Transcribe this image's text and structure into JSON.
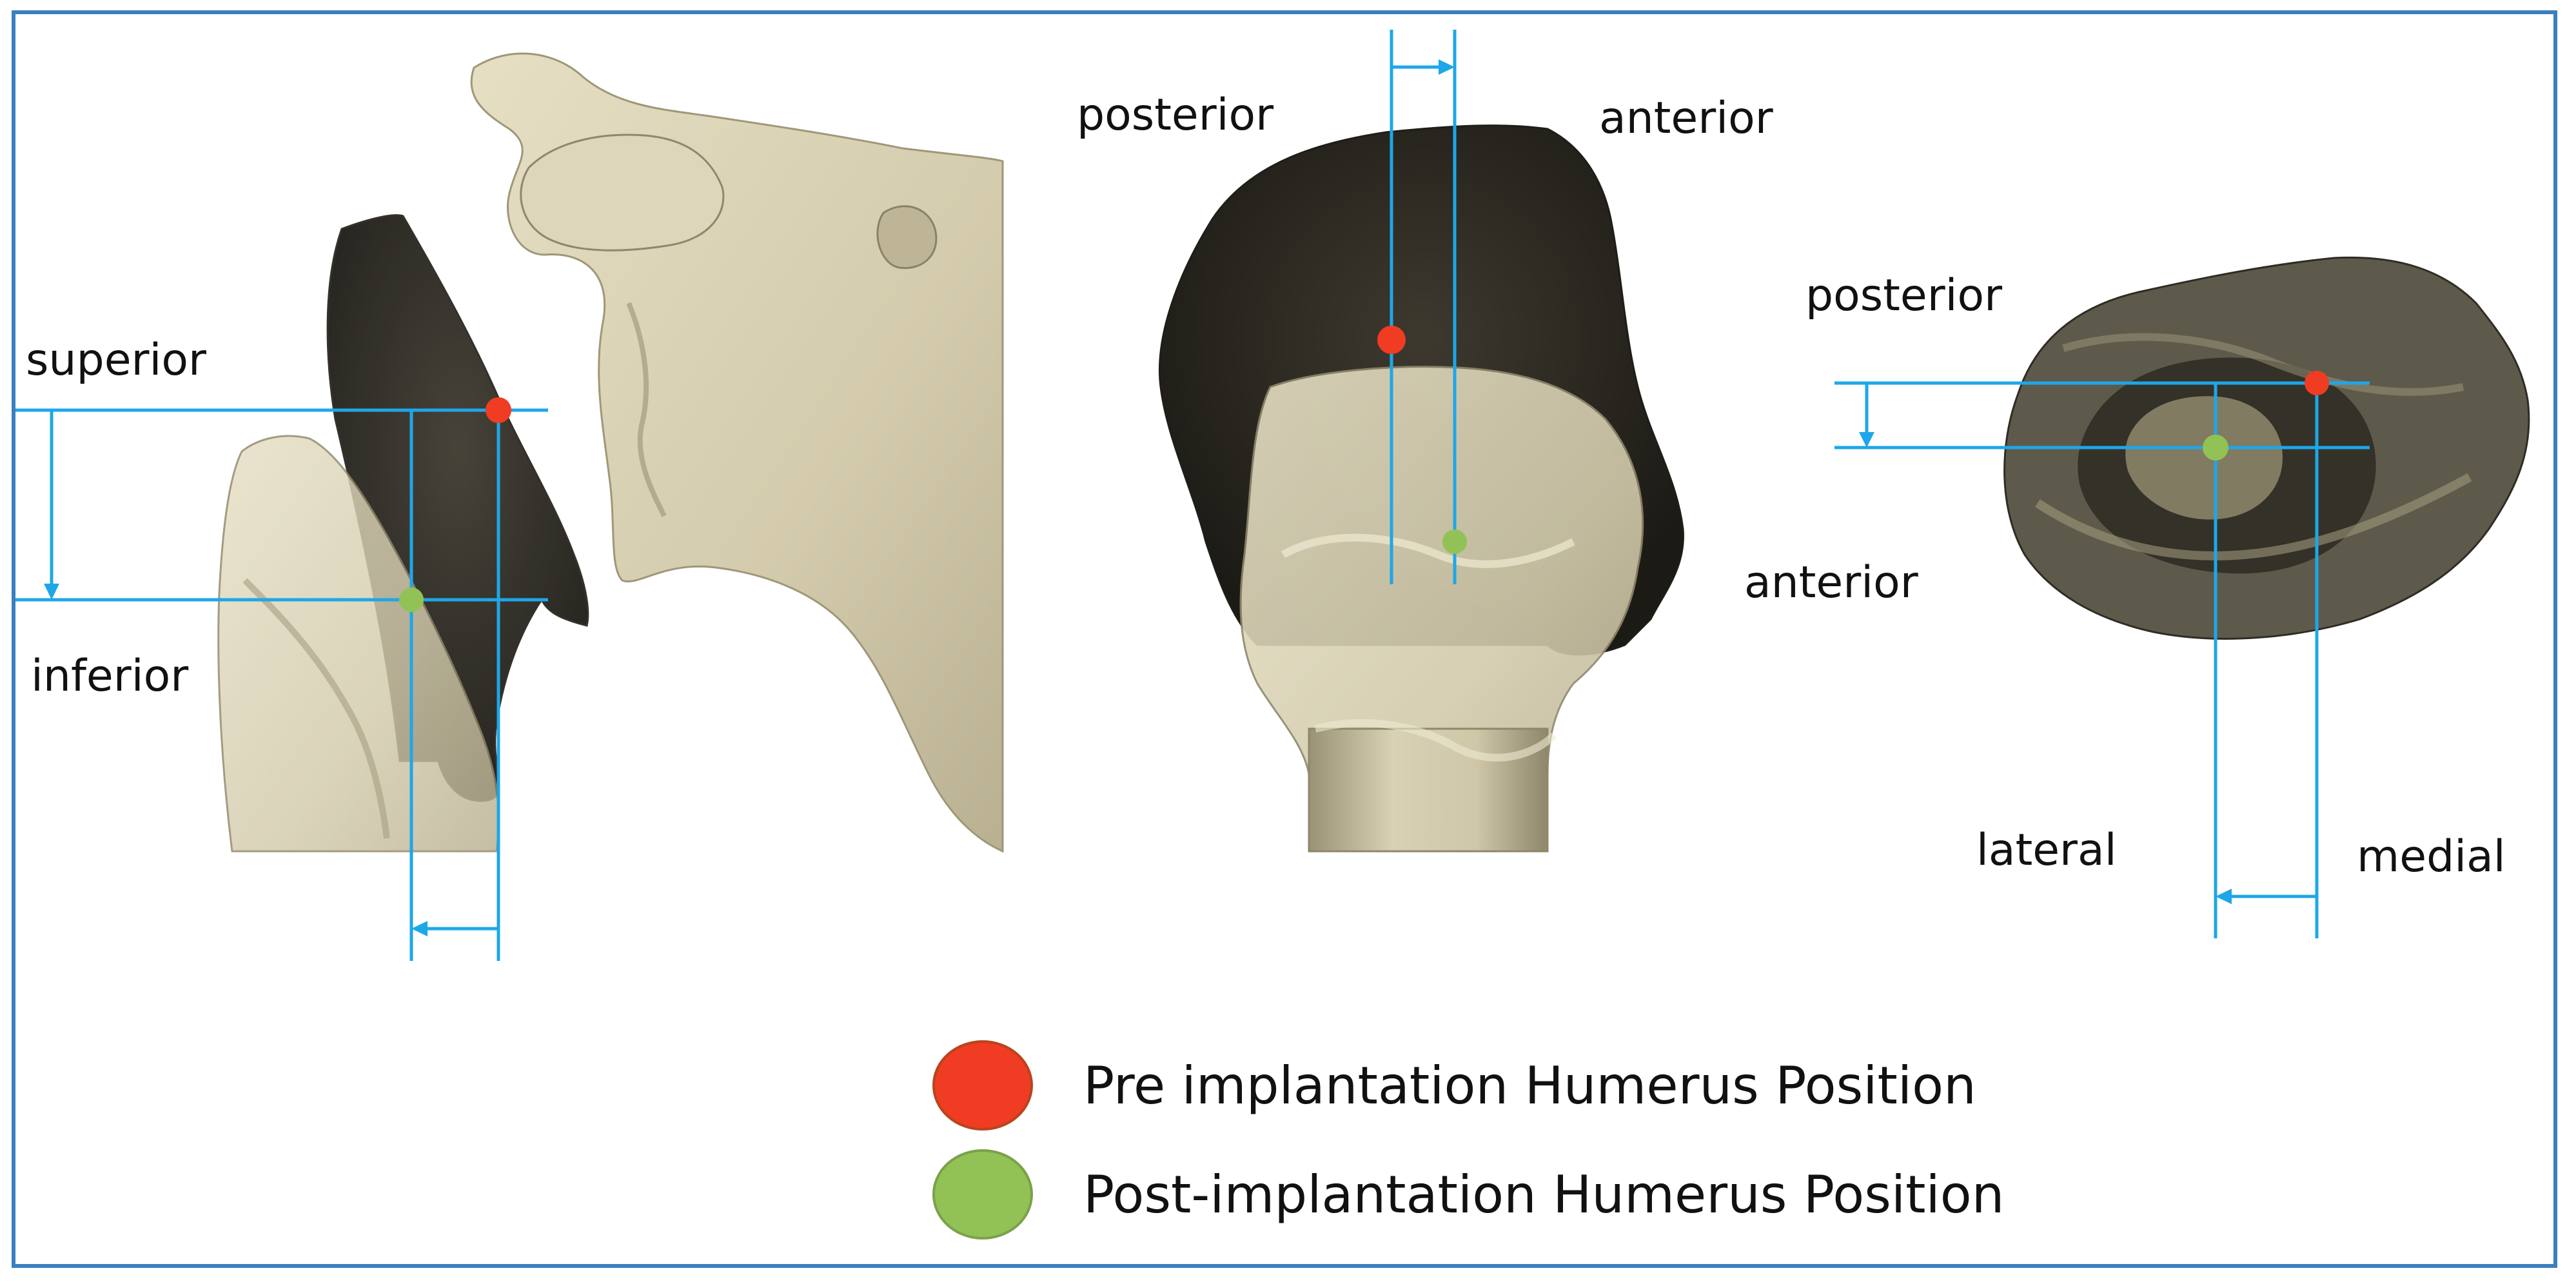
{
  "panels": {
    "left": {
      "label_superior": "superior",
      "label_inferior": "inferior"
    },
    "middle": {
      "label_posterior": "posterior",
      "label_anterior": "anterior"
    },
    "right": {
      "label_posterior": "posterior",
      "label_anterior": "anterior",
      "label_lateral": "lateral",
      "label_medial": "medial"
    }
  },
  "legend": {
    "pre": {
      "label": "Pre implantation Humerus Position",
      "color": "#f03c23"
    },
    "post": {
      "label": "Post-implantation Humerus Position",
      "color": "#92c256"
    }
  },
  "colors": {
    "guide_line": "#1ea7e8",
    "frame": "#3a7fc0",
    "bone_light": "#d8d1b4",
    "bone_shadow": "#a79f82",
    "bone_dark": "#2f2c24"
  }
}
